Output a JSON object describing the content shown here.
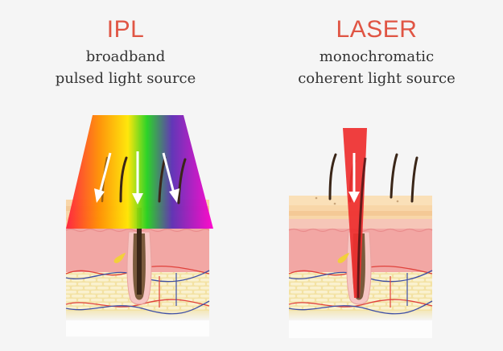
{
  "panels": [
    {
      "title": "IPL",
      "subtitle_line1": "broadband",
      "subtitle_line2": "pulsed light source",
      "beam_type": "broadband-spectrum",
      "beam_colors": [
        "#ff1e3c",
        "#ff8c00",
        "#ffe600",
        "#22d11e",
        "#5b2db4",
        "#ff00cc"
      ]
    },
    {
      "title": "LASER",
      "subtitle_line1": "monochromatic",
      "subtitle_line2": "coherent light source",
      "beam_type": "monochromatic",
      "beam_colors": [
        "#ee2f2f"
      ]
    }
  ],
  "colors": {
    "title": "#e05544",
    "epidermis": "#f8d6a8",
    "dermis": "#f2a7a4",
    "fat": "#f3e7bb",
    "hair": "#3a2618",
    "artery": "#e0413b",
    "vein": "#3e4fa6"
  }
}
